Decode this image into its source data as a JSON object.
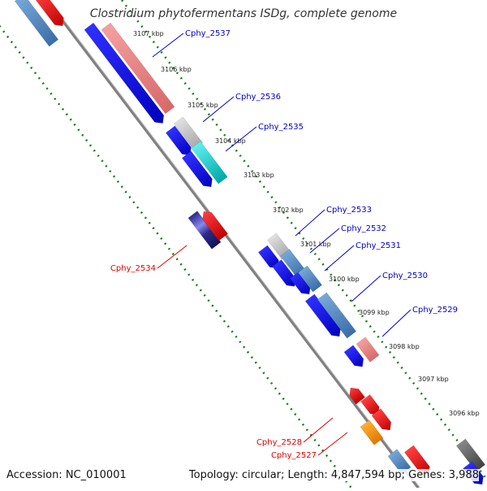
{
  "title": "Clostridium phytofermentans ISDg, complete genome",
  "accession_label": "Accession: NC_010001",
  "topology_label": "Topology: circular; Length: 4,847,594 bp; Genes: 3,988",
  "kbp_ticks": [
    "3107 kbp",
    "3106 kbp",
    "3105 kbp",
    "3104 kbp",
    "3103 kbp",
    "3102 kbp",
    "3101 kbp",
    "3100 kbp",
    "3099 kbp",
    "3098 kbp",
    "3097 kbp",
    "3096 kbp"
  ],
  "gene_labels": [
    {
      "text": "Cphy_2537",
      "color": "#0000c8"
    },
    {
      "text": "Cphy_2536",
      "color": "#0000c8"
    },
    {
      "text": "Cphy_2535",
      "color": "#0000c8"
    },
    {
      "text": "Cphy_2533",
      "color": "#0000c8"
    },
    {
      "text": "Cphy_2532",
      "color": "#0000c8"
    },
    {
      "text": "Cphy_2531",
      "color": "#0000c8"
    },
    {
      "text": "Cphy_2530",
      "color": "#0000c8"
    },
    {
      "text": "Cphy_2529",
      "color": "#0000c8"
    },
    {
      "text": "Cphy_2534",
      "color": "#e00000"
    },
    {
      "text": "Cphy_2528",
      "color": "#e00000"
    },
    {
      "text": "Cphy_2527",
      "color": "#e00000"
    }
  ],
  "colors": {
    "backbone": "#808080",
    "dotted_track": "#1a7a1a",
    "forward_label": "#0000c8",
    "reverse_label": "#e00000",
    "cds_blue": "#0000e0",
    "gene_steel": "#4a80b8",
    "gene_red": "#f00000",
    "gene_pink": "#e88080",
    "gene_grey": "#c0c0c0",
    "gene_cyan": "#10c8c8",
    "gene_orange": "#f39500",
    "gene_navy": "#1c1c7c",
    "gene_dark": "#606060"
  }
}
